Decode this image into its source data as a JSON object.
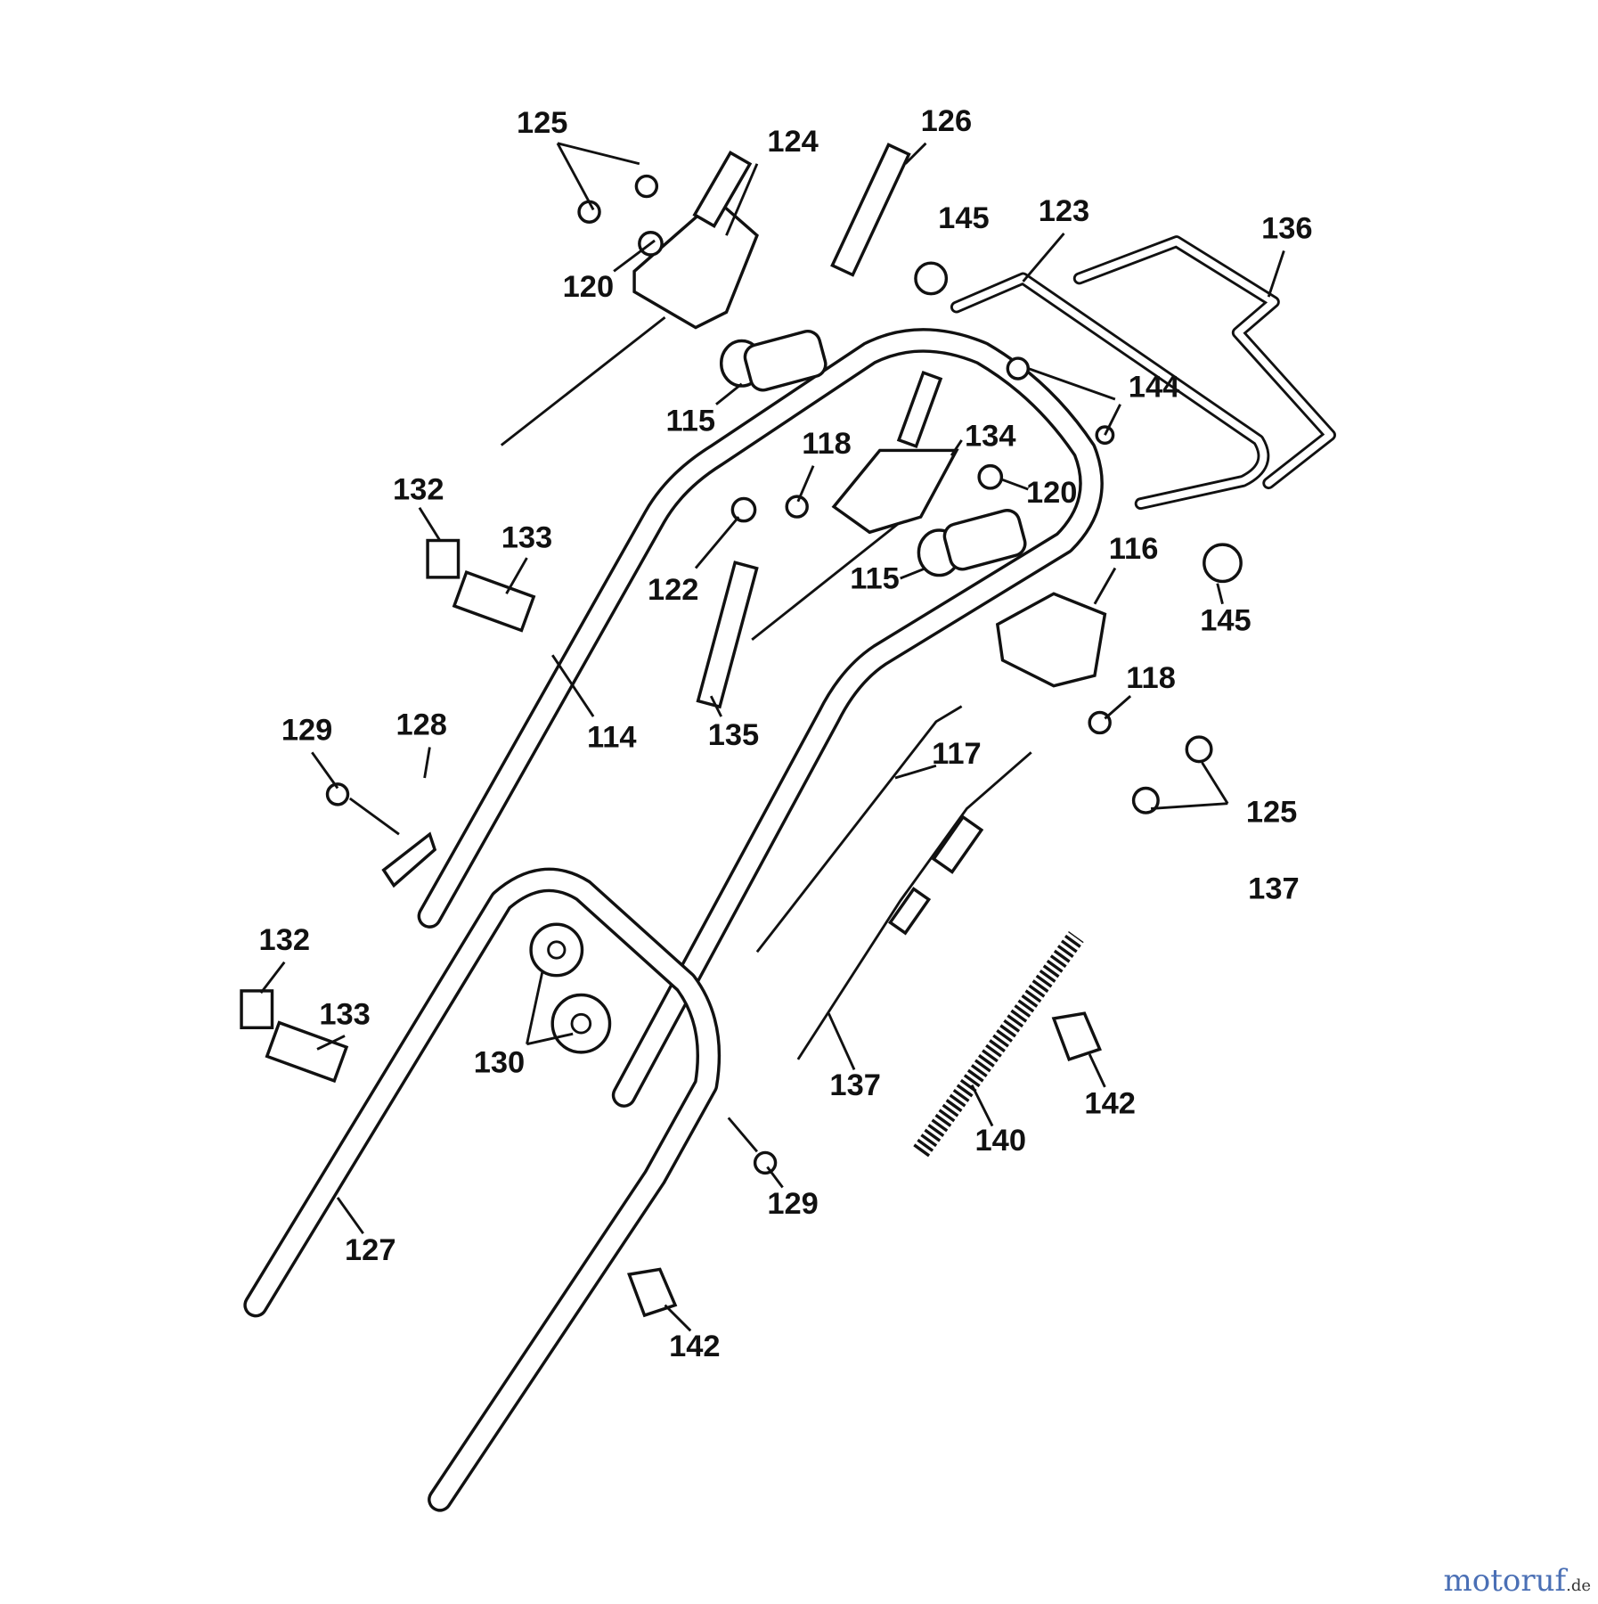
{
  "diagram": {
    "labels": [
      "125",
      "124",
      "126",
      "145",
      "123",
      "136",
      "120",
      "115",
      "144",
      "118",
      "134",
      "120",
      "132",
      "133",
      "122",
      "115",
      "116",
      "145",
      "118",
      "114",
      "135",
      "129",
      "128",
      "117",
      "125",
      "137",
      "132",
      "133",
      "130",
      "137",
      "142",
      "140",
      "129",
      "127",
      "142"
    ]
  },
  "watermark": {
    "text": "motoruf",
    "suffix": ".de"
  }
}
